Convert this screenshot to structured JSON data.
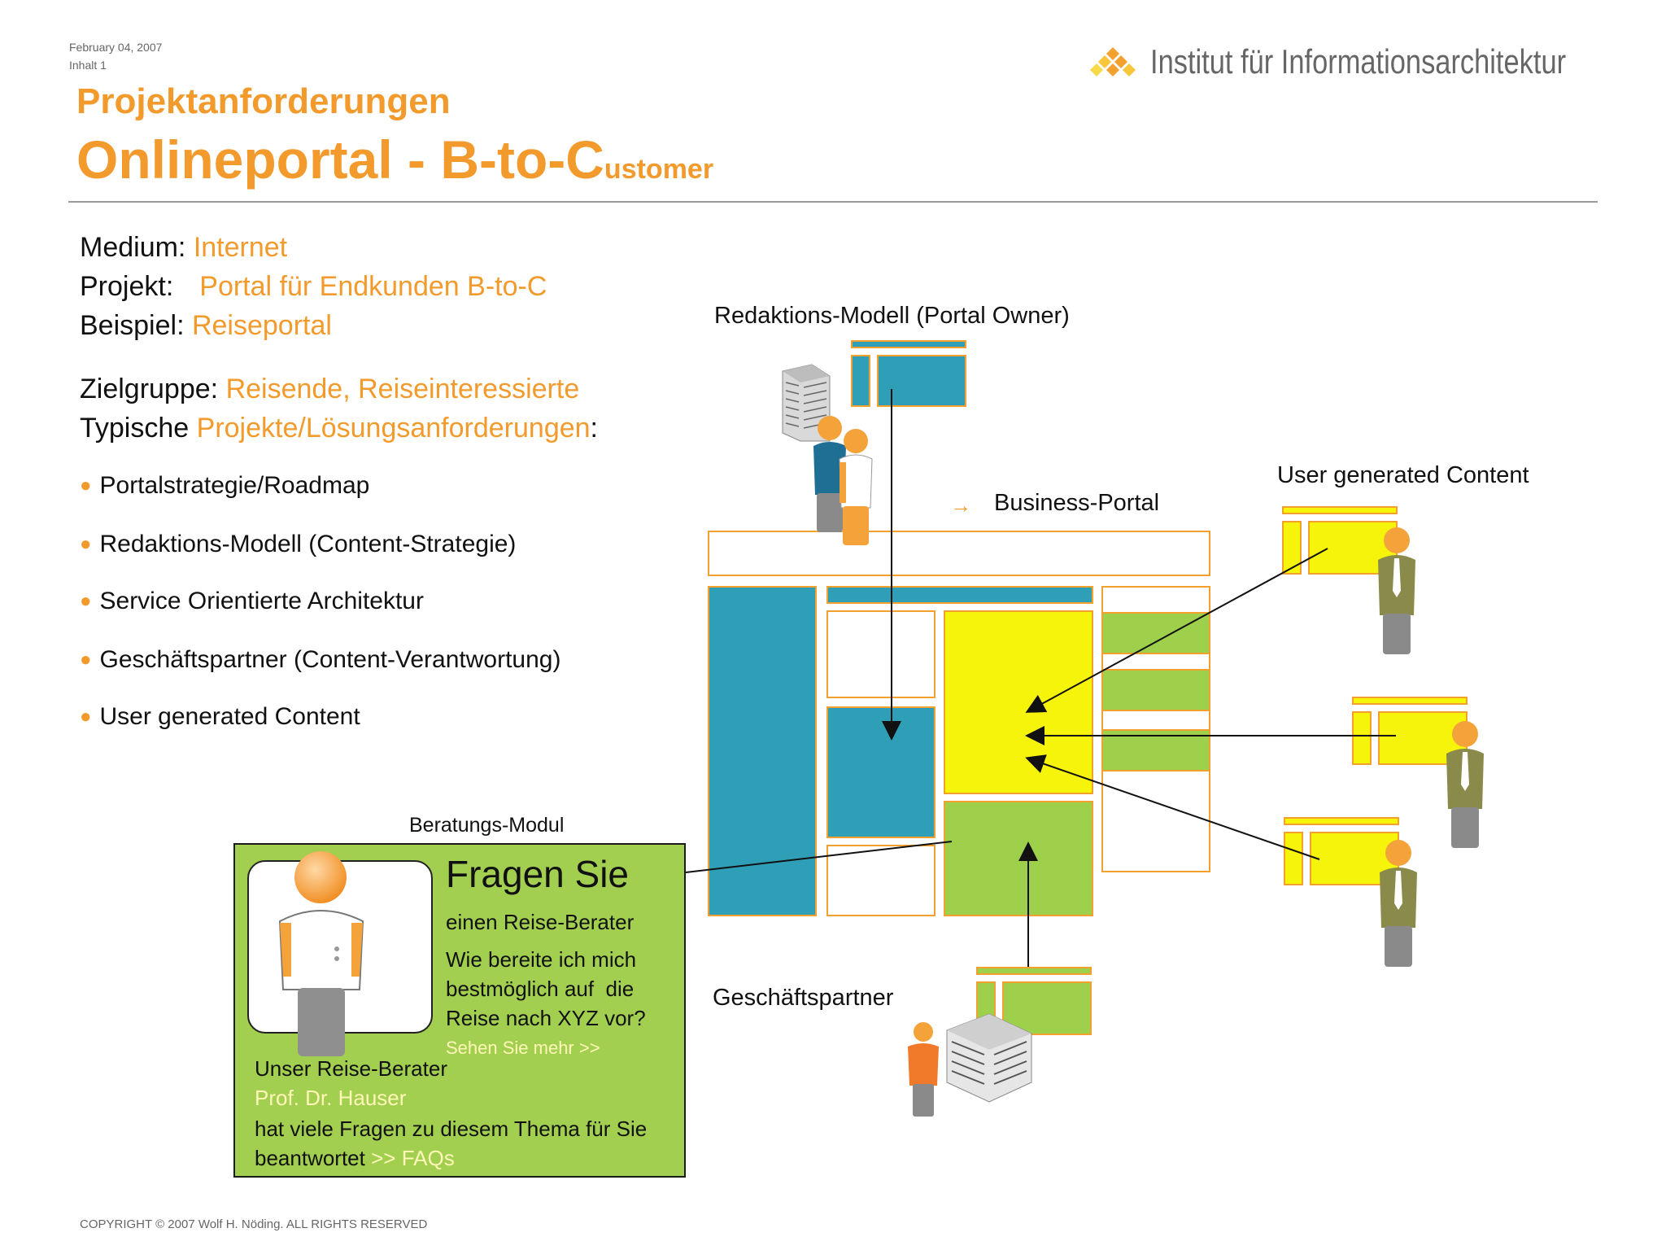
{
  "header": {
    "date": "February 04, 2007",
    "section": "Inhalt 1",
    "logo_text": "Institut für Informationsarchitektur"
  },
  "title": {
    "line1": "Projektanforderungen",
    "line2_main": "Onlineportal - B-to-C",
    "line2_small": "ustomer"
  },
  "info": {
    "medium_label": "Medium:",
    "medium_value": "Internet",
    "projekt_label": "Projekt:",
    "projekt_value": "Portal für Endkunden B-to-C",
    "beispiel_label": "Beispiel:",
    "beispiel_value": "Reiseportal",
    "zielgruppe_label": "Zielgruppe:",
    "zielgruppe_value": "Reisende, Reiseinteressierte",
    "typische_label": "Typische",
    "typische_value": "Projekte/Lösungsanforderungen",
    "typische_colon": ":"
  },
  "bullets": [
    "Portalstrategie/Roadmap",
    "Redaktions-Modell (Content-Strategie)",
    "Service Orientierte Architektur",
    "Geschäftspartner (Content-Verantwortung)",
    "User generated Content"
  ],
  "diagram": {
    "redaktion_label": "Redaktions-Modell (Portal Owner)",
    "business_label": "Business-Portal",
    "ugc_label": "User generated Content",
    "partner_label": "Geschäftspartner",
    "beratung_label": "Beratungs-Modul"
  },
  "beratung": {
    "title": "Fragen Sie",
    "subtitle": "einen Reise-Berater",
    "q1": "Wie bereite ich mich",
    "q2": "bestmöglich auf  die",
    "q3": "Reise nach XYZ vor?",
    "more_link": "Sehen Sie mehr >>",
    "advisor_label": "Unser Reise-Berater",
    "advisor_name": "Prof. Dr. Hauser",
    "answered1": "hat viele Fragen zu diesem Thema für Sie",
    "answered2": "beantwortet",
    "faq_link": ">> FAQs"
  },
  "footer": {
    "copyright": "COPYRIGHT © 2007 Wolf H. Nöding. ALL RIGHTS RESERVED"
  },
  "colors": {
    "accent": "#f39a2c",
    "teal": "#2e9fb6",
    "yellow": "#f7f40b",
    "green": "#9fd04b"
  }
}
